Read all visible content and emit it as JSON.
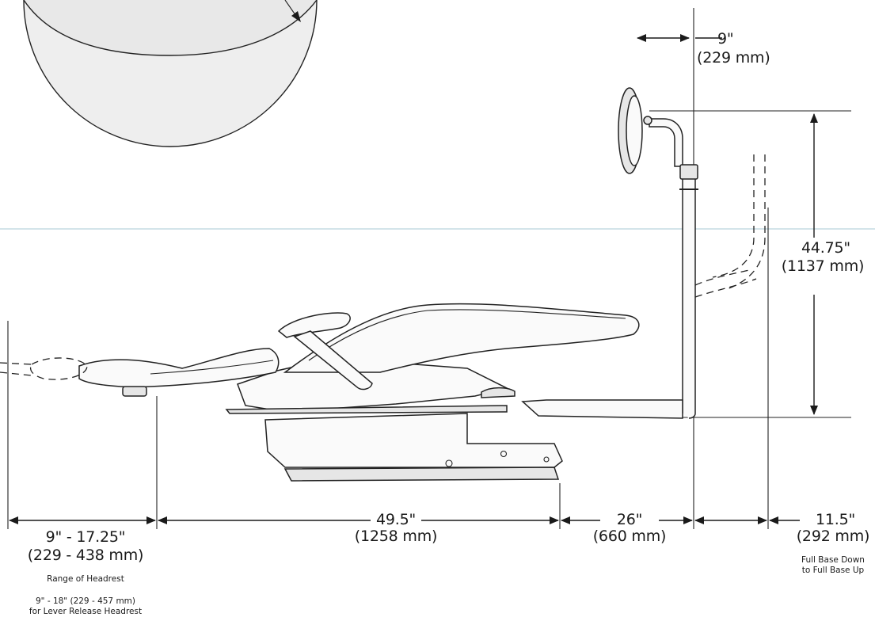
{
  "dimensions": {
    "light_arm_offset": {
      "value": "9\"",
      "metric": "(229 mm)"
    },
    "light_height": {
      "value": "44.75\"",
      "metric": "(1137 mm)"
    },
    "headrest_range": {
      "value": "9\" - 17.25\"",
      "metric": "(229 - 438 mm)",
      "caption": "Range of Headrest",
      "note_line1": "9\" - 18\" (229 - 457 mm)",
      "note_line2": "for Lever Release Headrest"
    },
    "chair_length": {
      "value": "49.5\"",
      "metric": "(1258 mm)"
    },
    "base_to_pole": {
      "value": "26\"",
      "metric": "(660 mm)"
    },
    "base_travel": {
      "value": "11.5\"",
      "metric": "(292 mm)",
      "note_line1": "Full Base Down",
      "note_line2": "to Full Base Up"
    }
  }
}
